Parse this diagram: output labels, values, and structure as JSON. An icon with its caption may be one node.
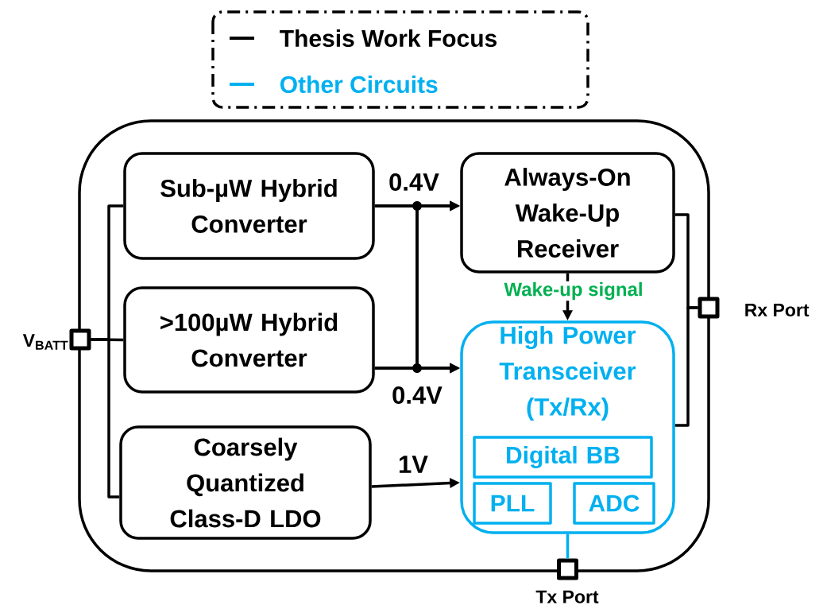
{
  "diagram": {
    "nodes": [
      {
        "text": [],
        "shape": "box"
      },
      {
        "text": [
          "Sub-µW Hybrid Converter"
        ],
        "in": 0
      },
      {
        "text": [
          ">100µW Hybrid Converter"
        ],
        "in": 0
      },
      {
        "text": [
          "Coarsely Quantized Class-D LDO"
        ],
        "in": 0
      },
      {
        "text": [
          "Always-On Wake-Up Receiver"
        ],
        "in": 0
      },
      {
        "text": [
          "High Power Transceiver (Tx/Rx)"
        ],
        "in": 0
      },
      {
        "text": [
          "Digital BB"
        ],
        "in": 5
      },
      {
        "text": [
          "PLL"
        ],
        "in": 5
      },
      {
        "text": [
          "ADC"
        ],
        "in": 5
      },
      {
        "text": [],
        "shape": "box",
        "beside": [
          "V$_{BATT}$"
        ]
      },
      {
        "text": [],
        "shape": "box",
        "beside": [
          "Rx Port"
        ]
      },
      {
        "text": [],
        "shape": "box",
        "beside": [
          "Tx Port"
        ]
      }
    ],
    "edges": [
      {
        "from": 9,
        "to": 1,
        "arrow": "none"
      },
      {
        "from": 9,
        "to": 2,
        "arrow": "none"
      },
      {
        "from": 9,
        "to": 3,
        "arrow": "none"
      },
      {
        "from": 1,
        "to": 4,
        "arrow": "to",
        "label": "0.4V"
      },
      {
        "from": 1,
        "to": 5,
        "arrow": "to"
      },
      {
        "from": 2,
        "to": 4,
        "arrow": "to"
      },
      {
        "from": 2,
        "to": 5,
        "arrow": "to",
        "label": "0.4V"
      },
      {
        "from": 3,
        "to": 5,
        "arrow": "to",
        "label": "1V"
      },
      {
        "from": 4,
        "to": 5,
        "arrow": "to",
        "label": "Wake-up signal"
      },
      {
        "from": 4,
        "to": 10,
        "arrow": "none"
      },
      {
        "from": 5,
        "to": 10,
        "arrow": "none"
      },
      {
        "from": 5,
        "to": 11,
        "arrow": "none",
        "color": "#00b0f0"
      }
    ],
    "legend": [
      {
        "text": "Thesis Work Focus"
      },
      {
        "text": "Other Circuits"
      }
    ]
  }
}
